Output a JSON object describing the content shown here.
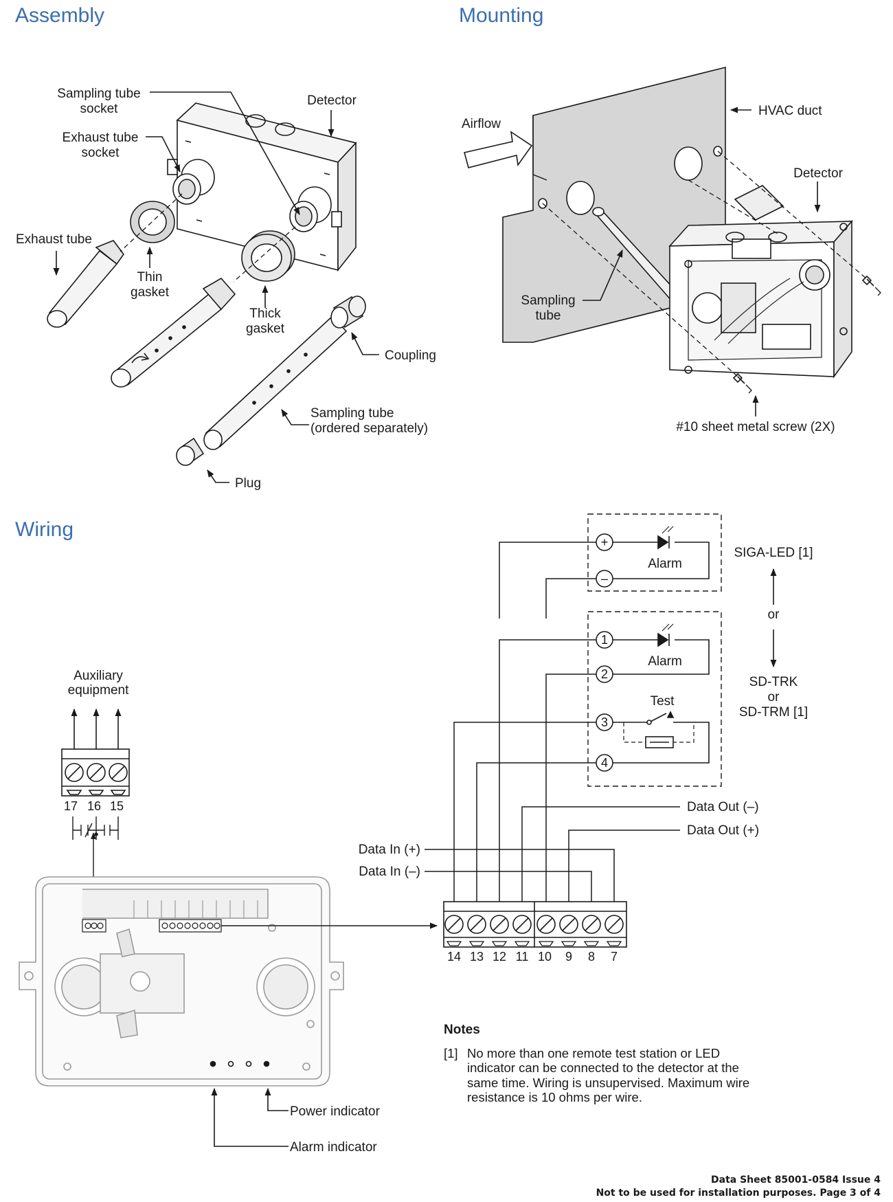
{
  "sections": {
    "assembly": "Assembly",
    "mounting": "Mounting",
    "wiring": "Wiring"
  },
  "assembly_labels": {
    "sampling_tube_socket": [
      "Sampling tube",
      "socket"
    ],
    "detector": "Detector",
    "exhaust_tube_socket": [
      "Exhaust tube",
      "socket"
    ],
    "exhaust_tube": "Exhaust tube",
    "thin_gasket": [
      "Thin",
      "gasket"
    ],
    "thick_gasket": [
      "Thick",
      "gasket"
    ],
    "coupling": "Coupling",
    "sampling_tube": [
      "Sampling tube",
      "(ordered separately)"
    ],
    "plug": "Plug"
  },
  "mounting_labels": {
    "airflow": "Airflow",
    "hvac_duct": "HVAC duct",
    "detector": "Detector",
    "sampling_tube": [
      "Sampling",
      "tube"
    ],
    "screw": "#10 sheet metal screw (2X)"
  },
  "wiring_labels": {
    "auxiliary": [
      "Auxiliary",
      "equipment"
    ],
    "aux_terminals": [
      "17",
      "16",
      "15"
    ],
    "main_terminals": [
      "14",
      "13",
      "12",
      "11",
      "10",
      "9",
      "8",
      "7"
    ],
    "data_in_plus": "Data In (+)",
    "data_in_minus": "Data In (–)",
    "data_out_minus": "Data Out (–)",
    "data_out_plus": "Data Out (+)",
    "siga_led": "SIGA-LED [1]",
    "or1": "or",
    "sd_trk": [
      "SD-TRK",
      "or",
      "SD-TRM [1]"
    ],
    "alarm1": "Alarm",
    "alarm2": "Alarm",
    "test": "Test",
    "led_plus": "+",
    "led_minus": "–",
    "rts_terminals": [
      "1",
      "2",
      "3",
      "4"
    ],
    "power_indicator": "Power indicator",
    "alarm_indicator": "Alarm indicator"
  },
  "notes": {
    "title": "Notes",
    "items": [
      {
        "ref": "[1]",
        "text": "No more than one remote test station or LED indicator can be connected to the detector at the same time. Wiring is unsupervised. Maximum wire resistance is 10 ohms per wire."
      }
    ]
  },
  "footer": {
    "line1": "Data Sheet 85001-0584 Issue 4",
    "line2": "Not to be used for installation purposes. Page 3 of 4"
  },
  "colors": {
    "heading": "#3a6fb0",
    "line": "#1a1a1a",
    "board": "#9a9a9a",
    "panel": "#cfcfcf"
  }
}
